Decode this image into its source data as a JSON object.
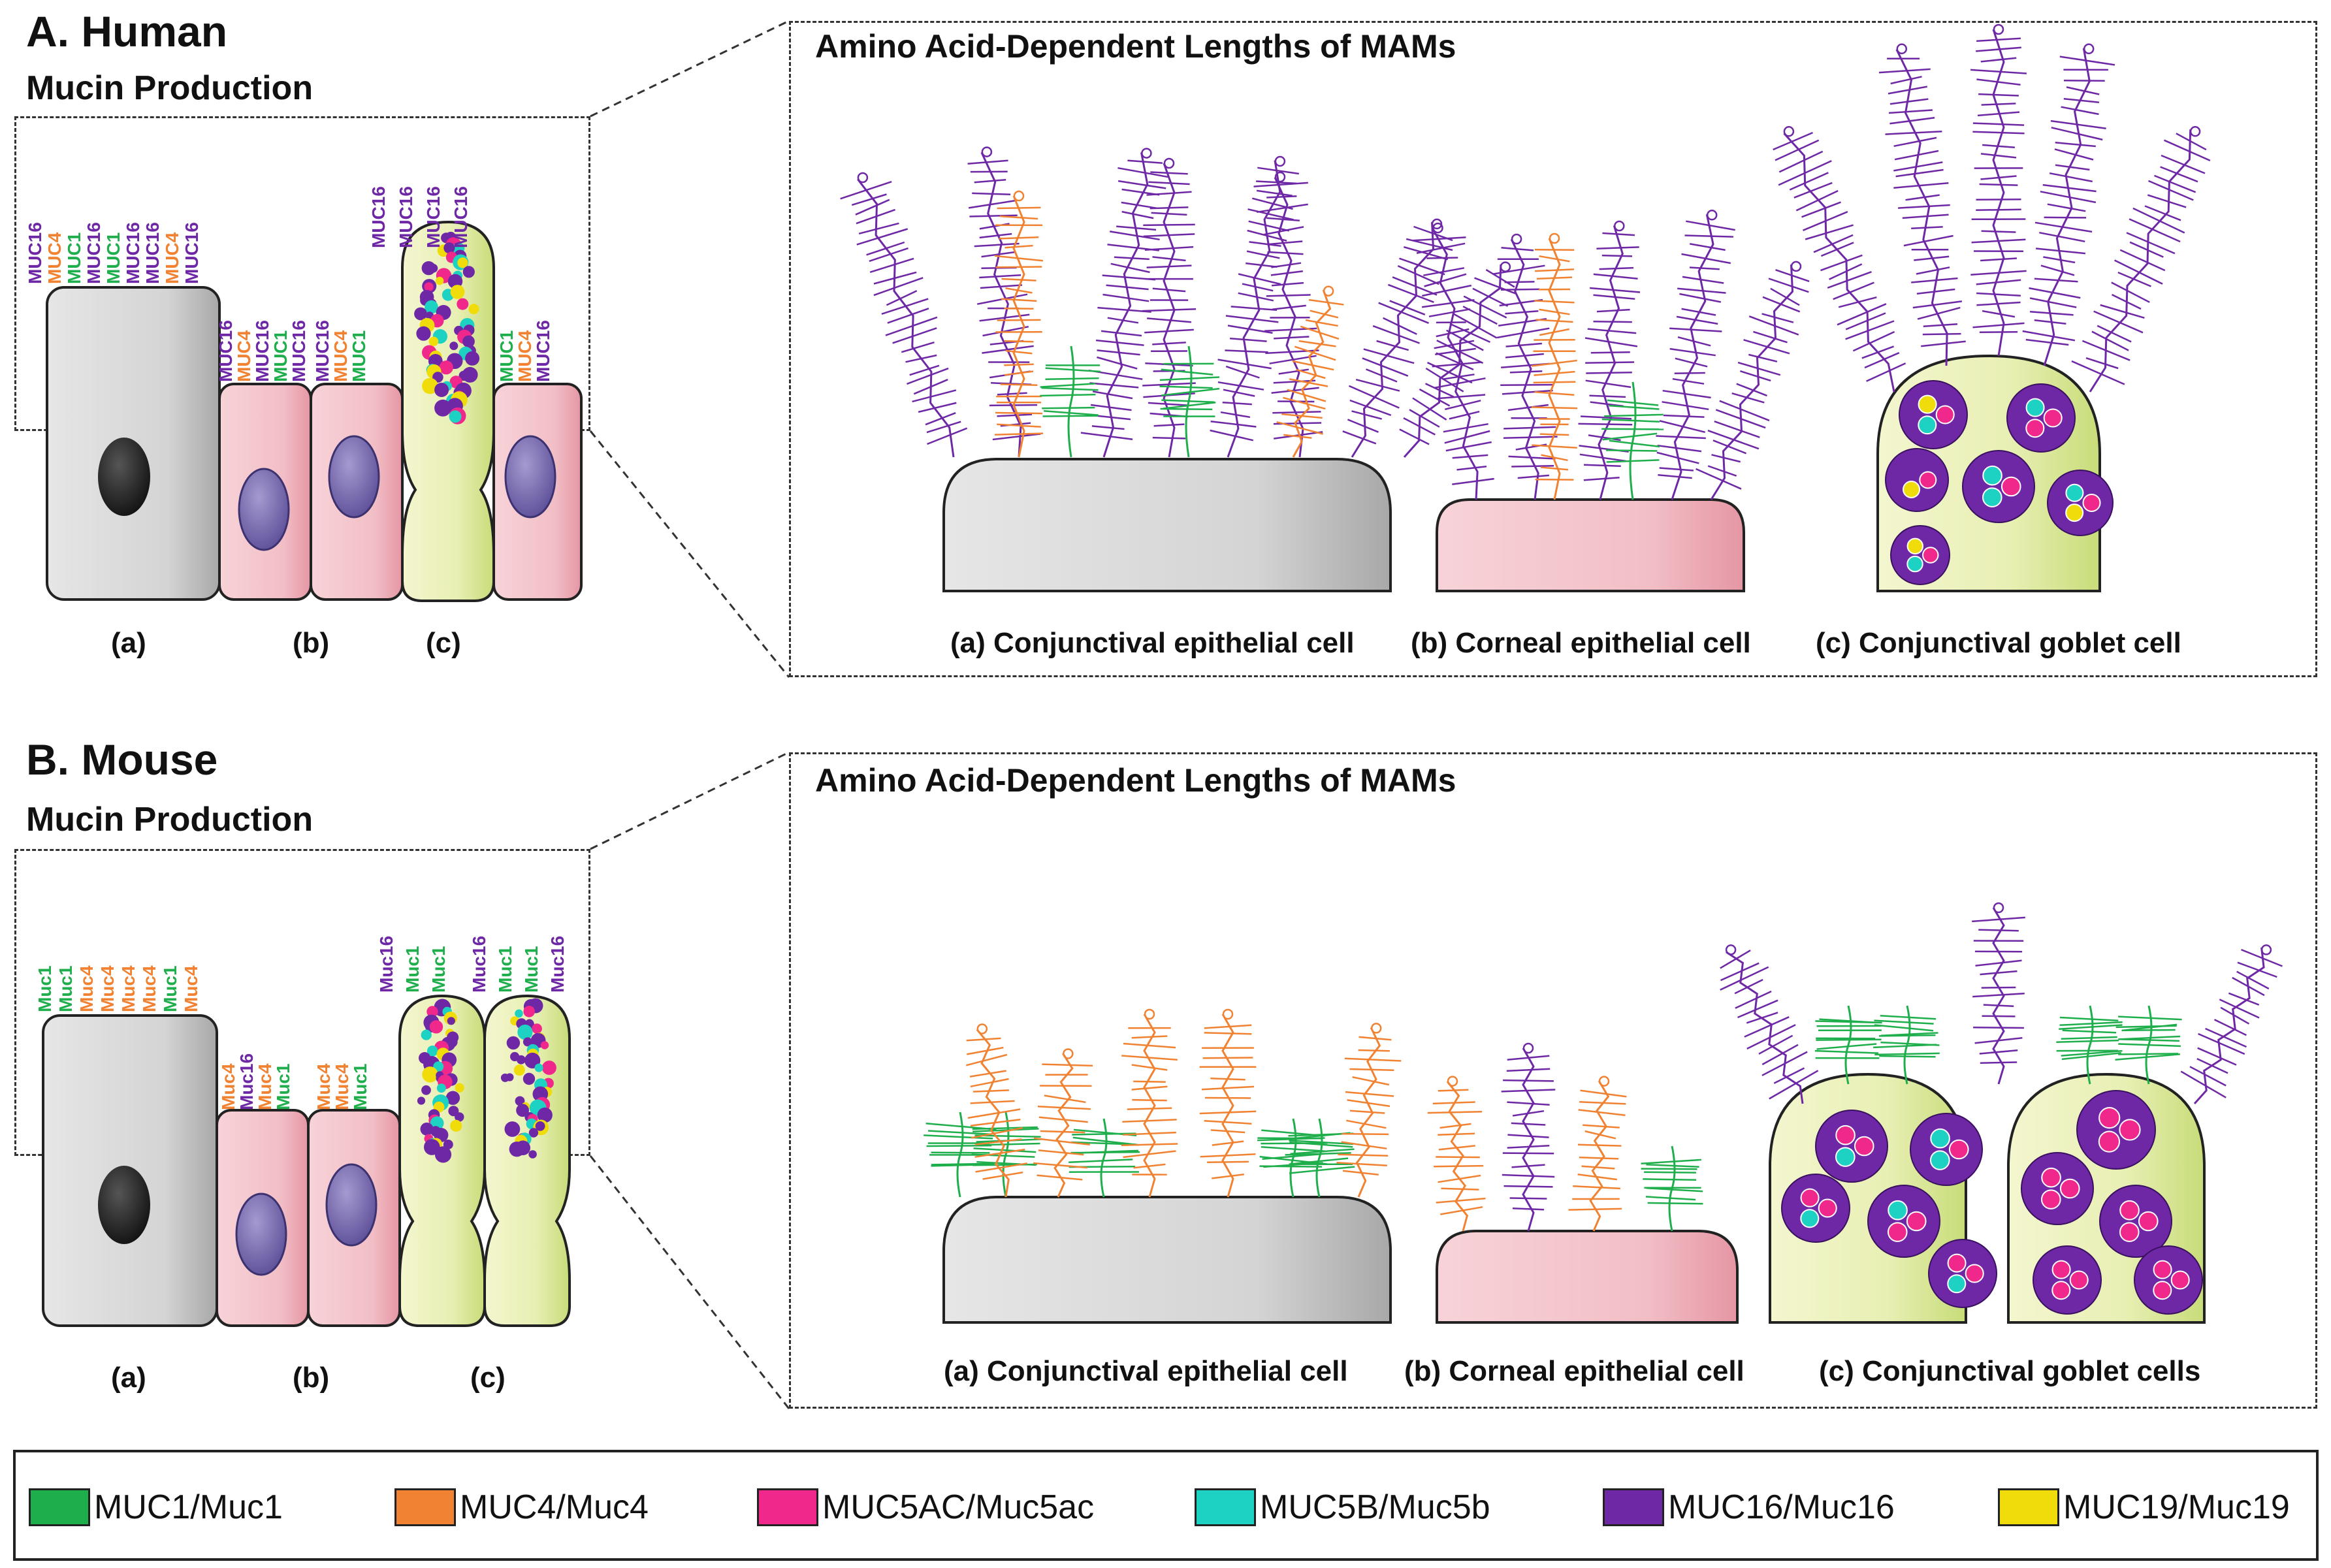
{
  "human": {
    "title": "A. Human",
    "subtitle": "Mucin Production",
    "panel_title": "Amino Acid-Dependent Lengths of MAMs",
    "cell_letters": [
      "(a)",
      "(b)",
      "(c)"
    ],
    "captions": [
      "(a) Conjunctival epithelial cell",
      "(b) Corneal epithelial cell",
      "(c) Conjunctival goblet cell"
    ],
    "cell_a_labels": [
      "MUC16",
      "MUC4",
      "MUC1",
      "MUC16",
      "MUC1",
      "MUC16",
      "MUC16",
      "MUC4",
      "MUC16"
    ],
    "cell_b1_labels": [
      "MUC16",
      "MUC4",
      "MUC16",
      "MUC1",
      "MUC16"
    ],
    "cell_b2_labels": [
      "MUC16",
      "MUC4",
      "MUC1"
    ],
    "cell_c_labels": [
      "MUC16",
      "MUC16",
      "MUC16",
      "MUC16"
    ],
    "cell_b3_labels": [
      "MUC1",
      "MUC4",
      "MUC16"
    ]
  },
  "mouse": {
    "title": "B. Mouse",
    "subtitle": "Mucin Production",
    "panel_title": "Amino Acid-Dependent Lengths of MAMs",
    "cell_letters": [
      "(a)",
      "(b)",
      "(c)"
    ],
    "captions": [
      "(a) Conjunctival epithelial cell",
      "(b) Corneal epithelial cell",
      "(c) Conjunctival goblet cells"
    ],
    "cell_a_labels": [
      "Muc1",
      "Muc1",
      "Muc4",
      "Muc4",
      "Muc4",
      "Muc4",
      "Muc1",
      "Muc4"
    ],
    "cell_b1_labels": [
      "Muc4",
      "Muc16",
      "Muc4",
      "Muc1"
    ],
    "cell_b2_labels": [
      "Muc4",
      "Muc4",
      "Muc1"
    ],
    "cell_c1_labels": [
      "Muc16",
      "Muc1",
      "Muc1"
    ],
    "cell_c2_labels": [
      "Muc16",
      "Muc1",
      "Muc1",
      "Muc16"
    ]
  },
  "legend": [
    {
      "label": "MUC1/Muc1",
      "color": "#1eae4b"
    },
    {
      "label": "MUC4/Muc4",
      "color": "#f08232"
    },
    {
      "label": "MUC5AC/Muc5ac",
      "color": "#f0288c"
    },
    {
      "label": "MUC5B/Muc5b",
      "color": "#1ed2c3"
    },
    {
      "label": "MUC16/Muc16",
      "color": "#6e28a5"
    },
    {
      "label": "MUC19/Muc19",
      "color": "#f0dc0a"
    }
  ]
}
